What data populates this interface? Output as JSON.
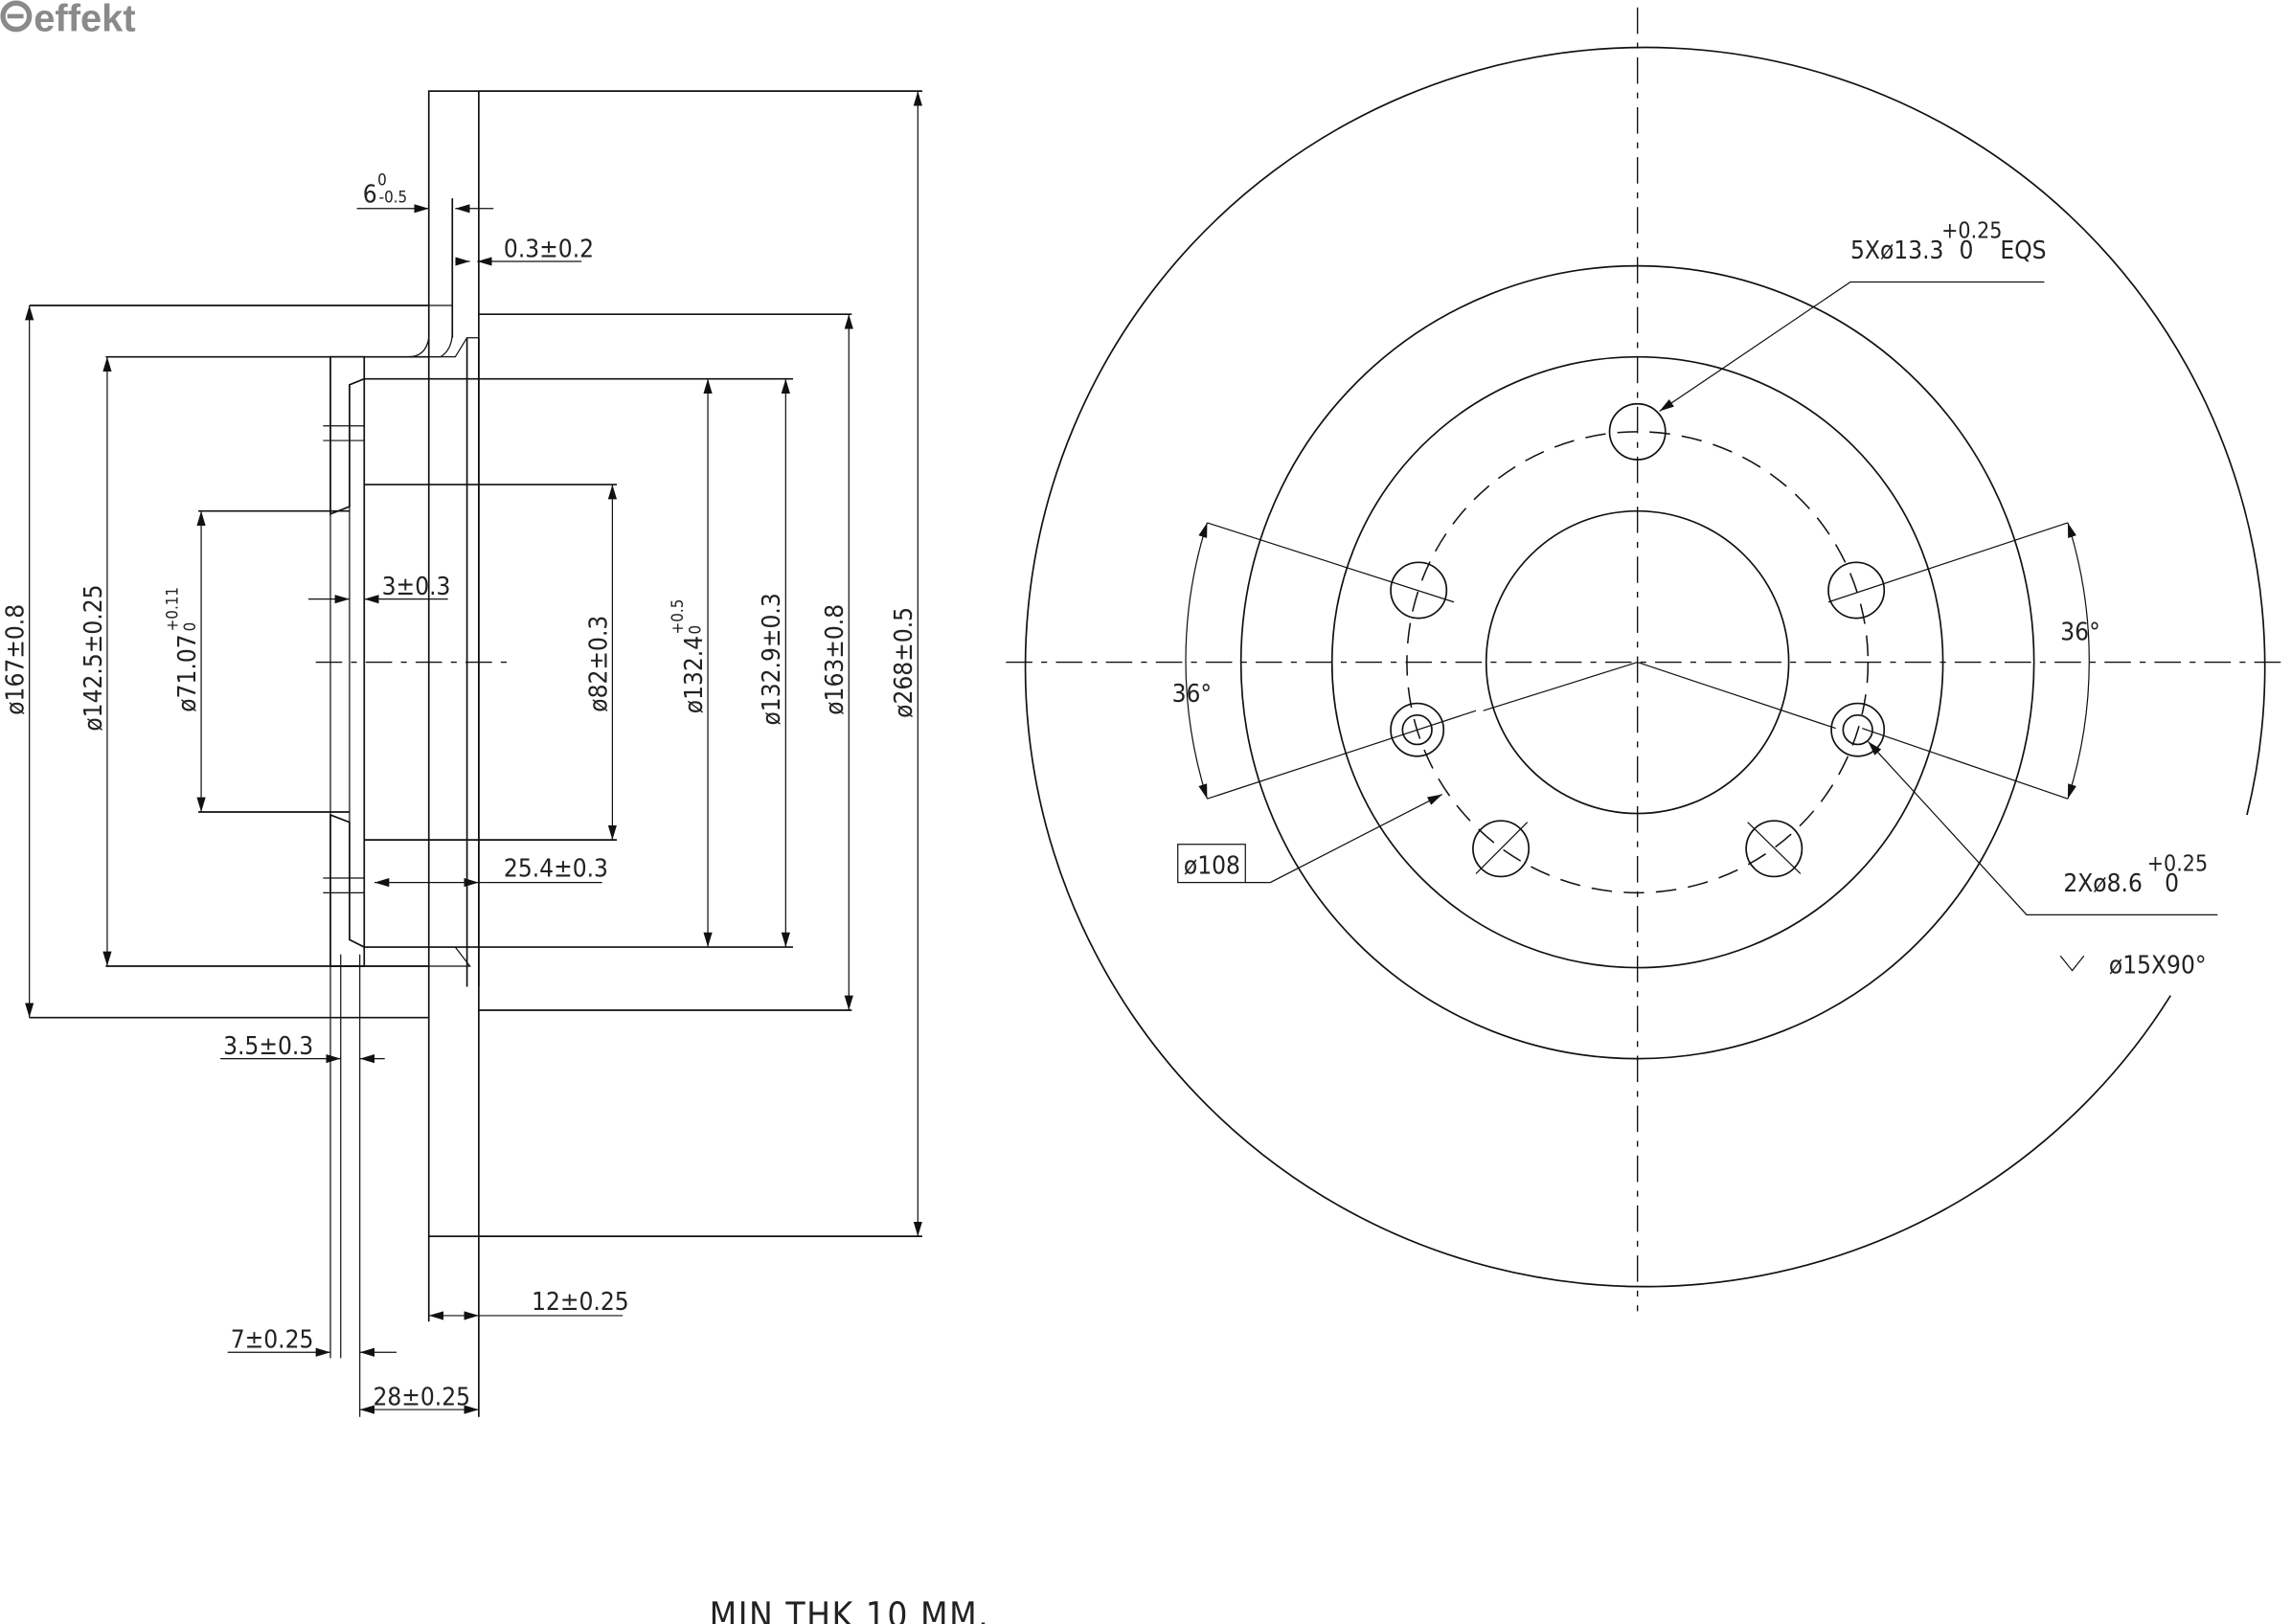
{
  "logo": {
    "text": "effekt"
  },
  "section_view": {
    "dims": {
      "d_thk": "6",
      "d_thk_up": "0",
      "d_thk_lo": "-0.5",
      "runout": "0.3±0.2",
      "d167": "ø167±0.8",
      "d142": "ø142.5±0.25",
      "d71": "ø71.07",
      "d71_up": "+0.11",
      "d71_lo": "0",
      "d3": "3±0.3",
      "d82": "ø82±0.3",
      "d132_4": "ø132.4",
      "d132_4_up": "+0.5",
      "d132_4_lo": "0",
      "d132_9": "ø132.9±0.3",
      "d163": "ø163±0.8",
      "d268": "ø268±0.5",
      "d25": "25.4±0.3",
      "d3_5": "3.5±0.3",
      "d12": "12±0.25",
      "d7": "7±0.25",
      "d28": "28±0.25"
    }
  },
  "front_view": {
    "holes": "5Xø13.3",
    "holes_up": "+0.25",
    "holes_lo": "0",
    "holes_suffix": "EQS",
    "angle_left": "36°",
    "angle_right": "36°",
    "pcd": "ø108",
    "small_holes": "2Xø8.6",
    "small_up": "+0.25",
    "small_lo": "0",
    "countersink": "ø15X90°"
  },
  "note": "MIN THK 10 MM."
}
